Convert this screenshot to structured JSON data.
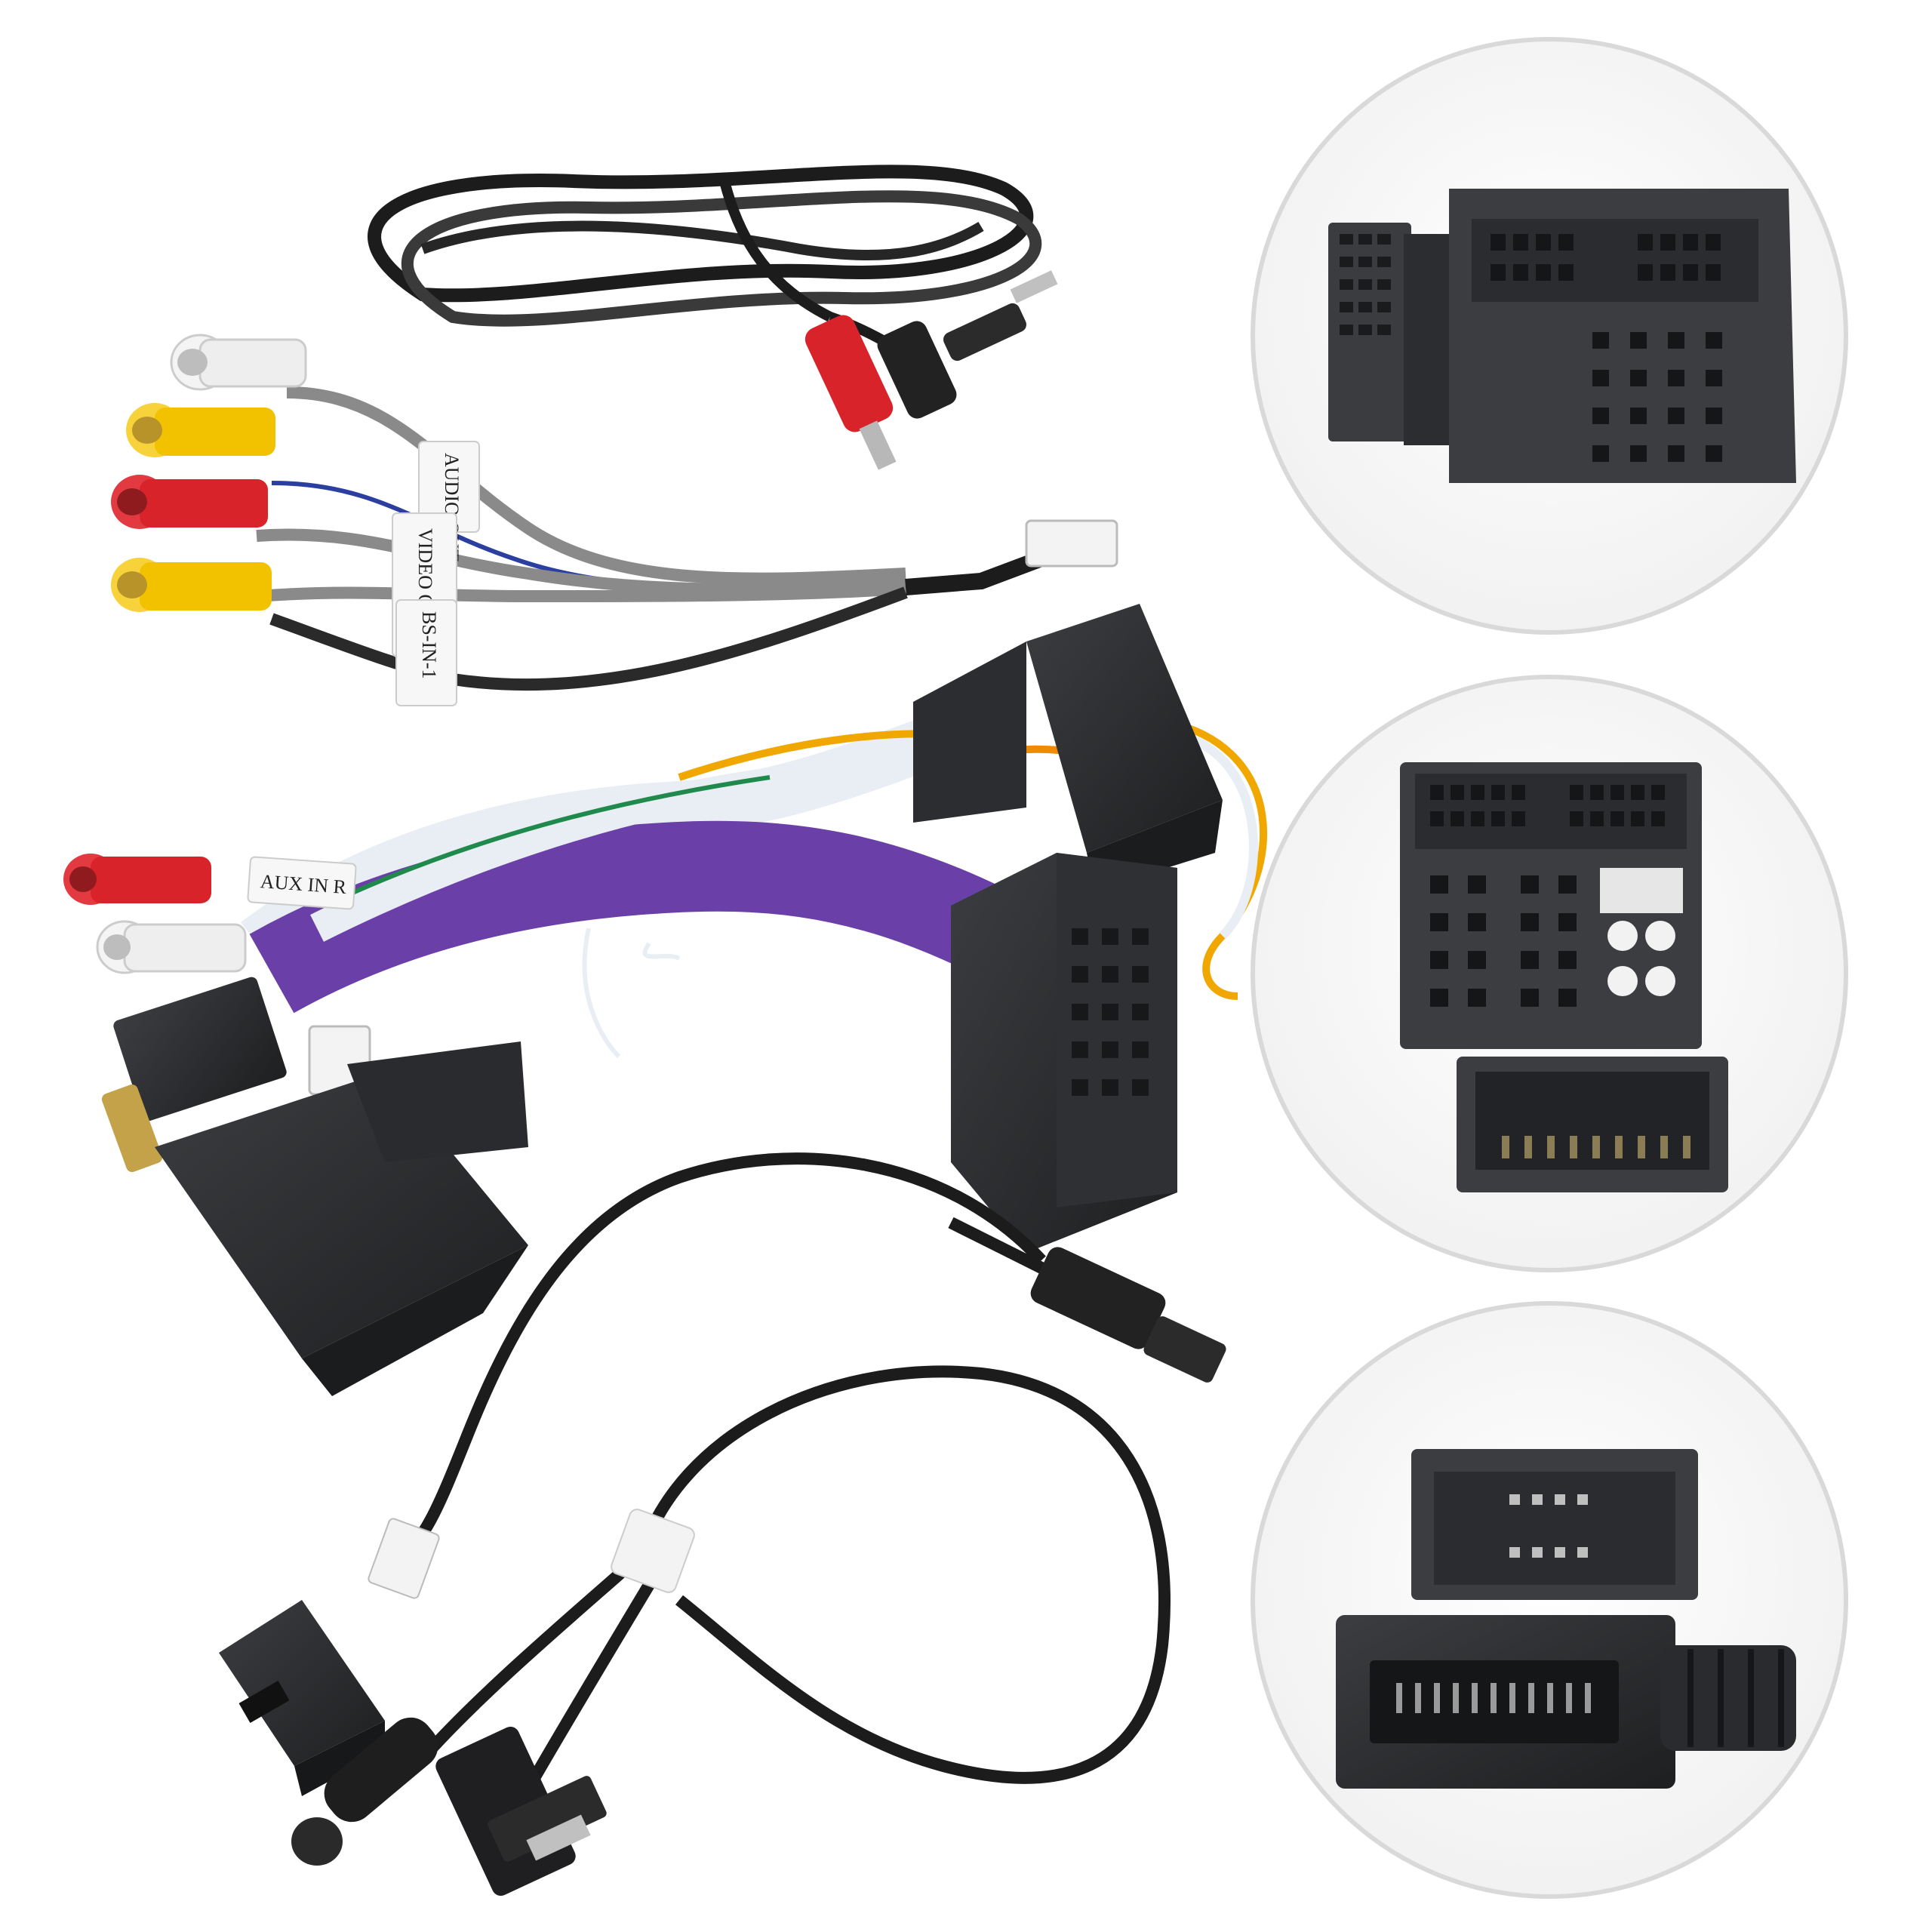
{
  "labels": {
    "audio_out": "AUDIO OUT",
    "video_out": "VIDEO OUT",
    "cable_id": "BS-IN-1",
    "aux_in_r": "AUX IN R"
  },
  "colors": {
    "background": "#ffffff",
    "cable_black": "#1c1c1c",
    "cable_grey": "#8a8a8a",
    "connector_black": "#2a2a2a",
    "rca_red": "#d8232a",
    "rca_yellow": "#f2c200",
    "rca_white": "#eeeeee",
    "wire_purple": "#6b3fa8",
    "wire_white": "#e9eef4",
    "wire_green": "#1f8a4c",
    "wire_orange": "#f08a00",
    "inset_ring": "#d9d9d9"
  }
}
